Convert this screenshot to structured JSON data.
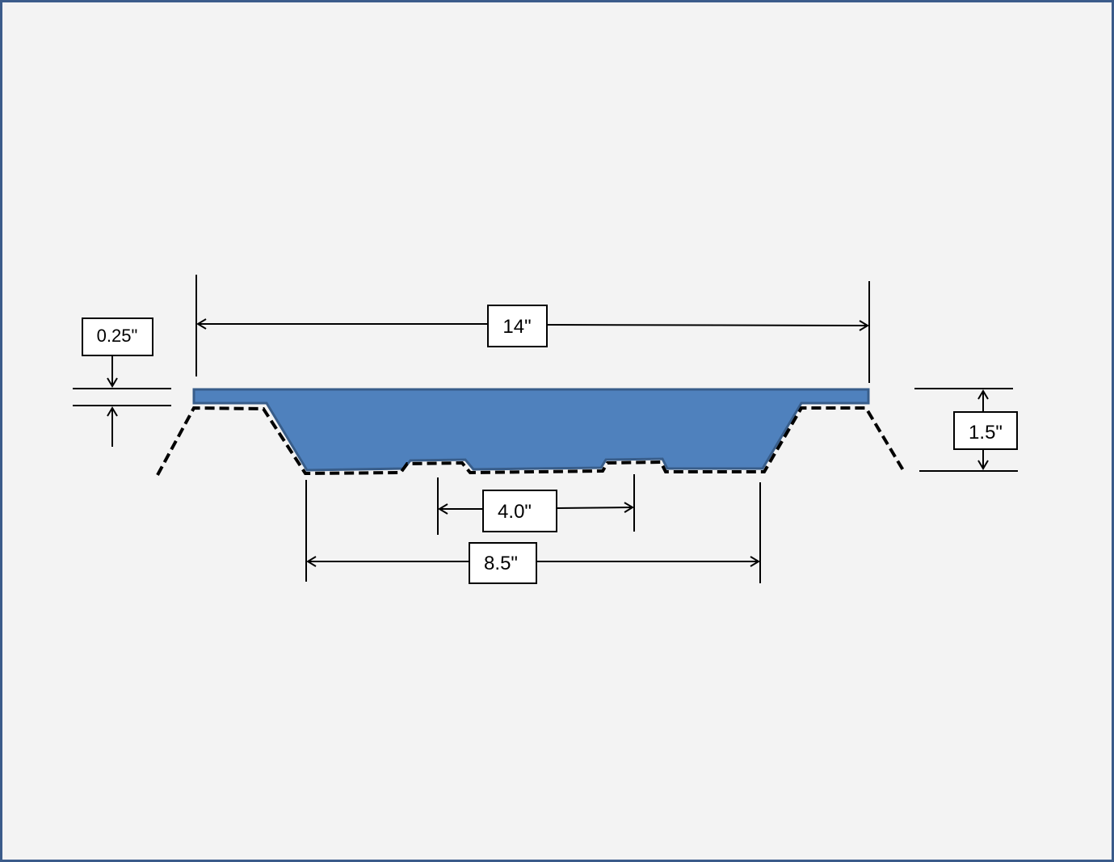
{
  "diagram": {
    "labels": {
      "top_width": "14\"",
      "deck_thickness": "0.25\"",
      "depth": "1.5\"",
      "inner_width": "4.0\"",
      "bottom_width": "8.5\""
    },
    "colors": {
      "slab_fill": "#4f81bd",
      "slab_stroke": "#385d8a",
      "frame_border": "#3b5b8a",
      "background": "#f3f3f3"
    }
  }
}
